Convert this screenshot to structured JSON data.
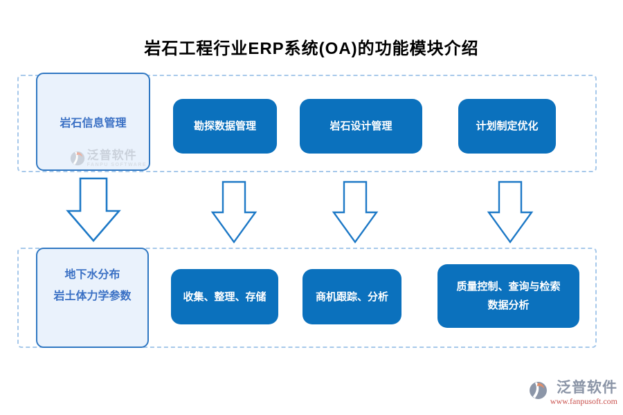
{
  "title": "岩石工程行业ERP系统(OA)的功能模块介绍",
  "top_row": {
    "info_box_label": "岩石信息管理",
    "modules": [
      "勘探数据管理",
      "岩石设计管理",
      "计划制定优化"
    ]
  },
  "bottom_row": {
    "info_box_lines": [
      "地下水分布",
      "岩土体力学参数"
    ],
    "modules": [
      [
        "收集、整理、存储"
      ],
      [
        "商机跟踪、分析"
      ],
      [
        "质量控制、查询与检索",
        "数据分析"
      ]
    ]
  },
  "watermark": {
    "brand": "泛普软件",
    "subtitle": "FANPU SOFTWARE"
  },
  "footer_logo": {
    "brand": "泛普软件",
    "url": "www.fanpusoft.com"
  },
  "colors": {
    "module_blue": "#0b71bd",
    "light_box_fill": "#eaf2fc",
    "light_box_border": "#2f77c2",
    "light_box_text": "#3a70c4",
    "dashed_border": "#a6c8ea",
    "arrow_stroke": "#1c78c6",
    "brand_grey": "#8a94a6",
    "brand_red": "#c9524e"
  },
  "icons": {
    "down_arrow": "hollow-down-arrow",
    "brand_logo": "fanpu-swirl"
  }
}
